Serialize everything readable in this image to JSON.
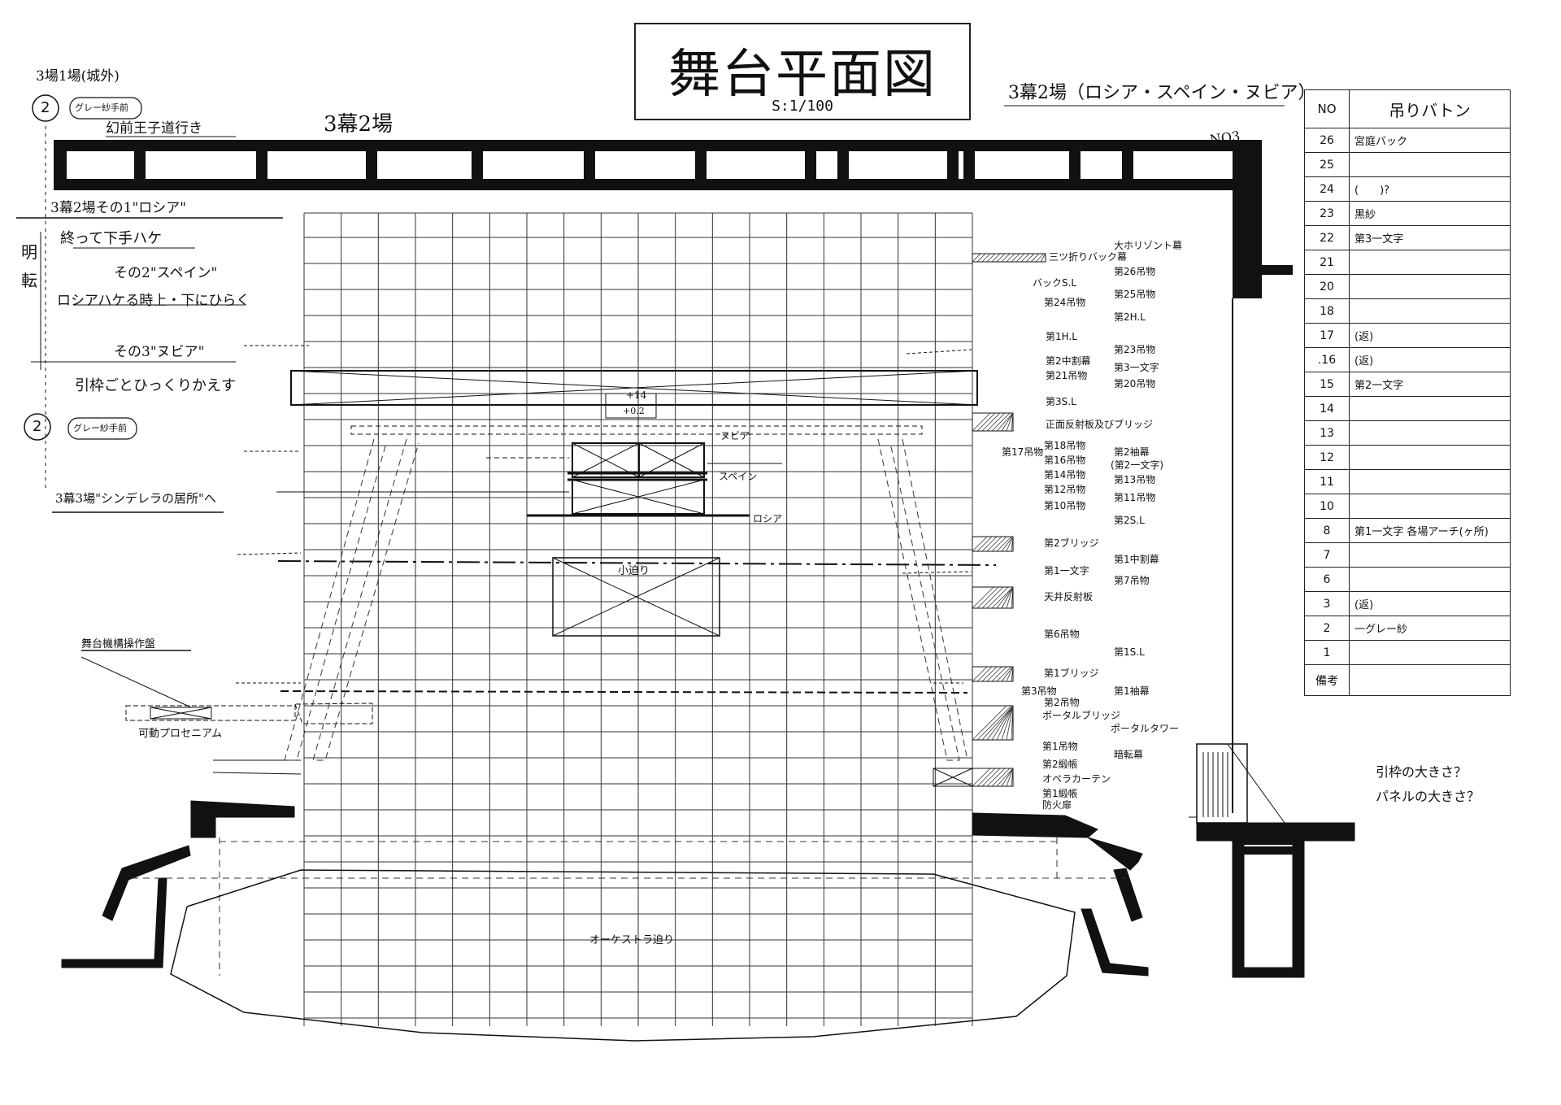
{
  "title": "舞台平面図",
  "scale": "S:1/100",
  "scene_heading": "3幕2場（ロシア・スペイン・ヌビア）",
  "page_no": "NO3",
  "top_scene": "3幕2場",
  "notes_left": {
    "scene_1": "3場1場(城外)",
    "circle_1": "2",
    "tag_1": "グレー紗手前",
    "line_1": "幻前王子道行き",
    "scene_2": "3幕2場その1\"ロシア\"",
    "line_2": "終って下手ハケ",
    "scene_3": "その2\"スペイン\"",
    "line_3": "ロシアハケる時上・下にひらく",
    "scene_4": "その3\"ヌビア\"",
    "line_4": "引枠ごとひっくりかえす",
    "circle_2": "2",
    "tag_2": "グレー紗手前",
    "line_5": "3幕3場\"シンデレラの居所\"へ",
    "mei": "明",
    "ten": "転"
  },
  "stage_labels": {
    "dim_1": "+14",
    "dim_2": "+0.2",
    "nubia": "ヌビア",
    "spain": "スペイン",
    "russia": "ロシア",
    "small_lift": "小迫り",
    "orchestra_lift": "オーケストラ迫り",
    "control_panel": "舞台機構操作盤",
    "movable_proscenium": "可動プロセニアム"
  },
  "right_labels": [
    "大ホリゾント幕",
    "三ツ折りバック幕",
    "第26吊物",
    "バックS.L",
    "第25吊物",
    "第24吊物",
    "第2H.L",
    "第1H.L",
    "第23吊物",
    "第2中割幕",
    "第3一文字",
    "第21吊物",
    "第20吊物",
    "第3S.L",
    "正面反射板及びブリッジ",
    "第18吊物",
    "第17吊物",
    "第2袖幕",
    "第16吊物",
    "(第2一文字)",
    "第14吊物",
    "第13吊物",
    "第12吊物",
    "第11吊物",
    "第10吊物",
    "第2S.L",
    "第2ブリッジ",
    "第1中割幕",
    "第1一文字",
    "第7吊物",
    "天井反射板",
    "第6吊物",
    "第1S.L",
    "第1ブリッジ",
    "第3吊物",
    "第1袖幕",
    "第2吊物",
    "ポータルブリッジ",
    "ポータルタワー",
    "第1吊物",
    "暗転幕",
    "第2緞帳",
    "オペラカーテン",
    "第1緞帳",
    "防火扉"
  ],
  "batten_table": {
    "header_no": "NO",
    "header_title": "吊りバトン",
    "rows": [
      {
        "no": "26",
        "value": "宮庭バック"
      },
      {
        "no": "25",
        "value": ""
      },
      {
        "no": "24",
        "value": "(　　)?"
      },
      {
        "no": "23",
        "value": "黒紗"
      },
      {
        "no": "22",
        "value": "第3一文字"
      },
      {
        "no": "21",
        "value": ""
      },
      {
        "no": "20",
        "value": ""
      },
      {
        "no": "18",
        "value": ""
      },
      {
        "no": "17",
        "value": "(返)"
      },
      {
        "no": ".16",
        "value": "(返)"
      },
      {
        "no": "15",
        "value": "第2一文字"
      },
      {
        "no": "14",
        "value": ""
      },
      {
        "no": "13",
        "value": ""
      },
      {
        "no": "12",
        "value": ""
      },
      {
        "no": "11",
        "value": ""
      },
      {
        "no": "10",
        "value": ""
      },
      {
        "no": "8",
        "value": "第1一文字 各場アーチ(ヶ所)"
      },
      {
        "no": "7",
        "value": ""
      },
      {
        "no": "6",
        "value": ""
      },
      {
        "no": "3",
        "value": "(返)"
      },
      {
        "no": "2",
        "value": "一グレー紗"
      },
      {
        "no": "1",
        "value": ""
      }
    ],
    "footer_label": "備考"
  },
  "question_notes": {
    "q1": "引枠の大きさ？",
    "q2": "パネルの大きさ？"
  }
}
